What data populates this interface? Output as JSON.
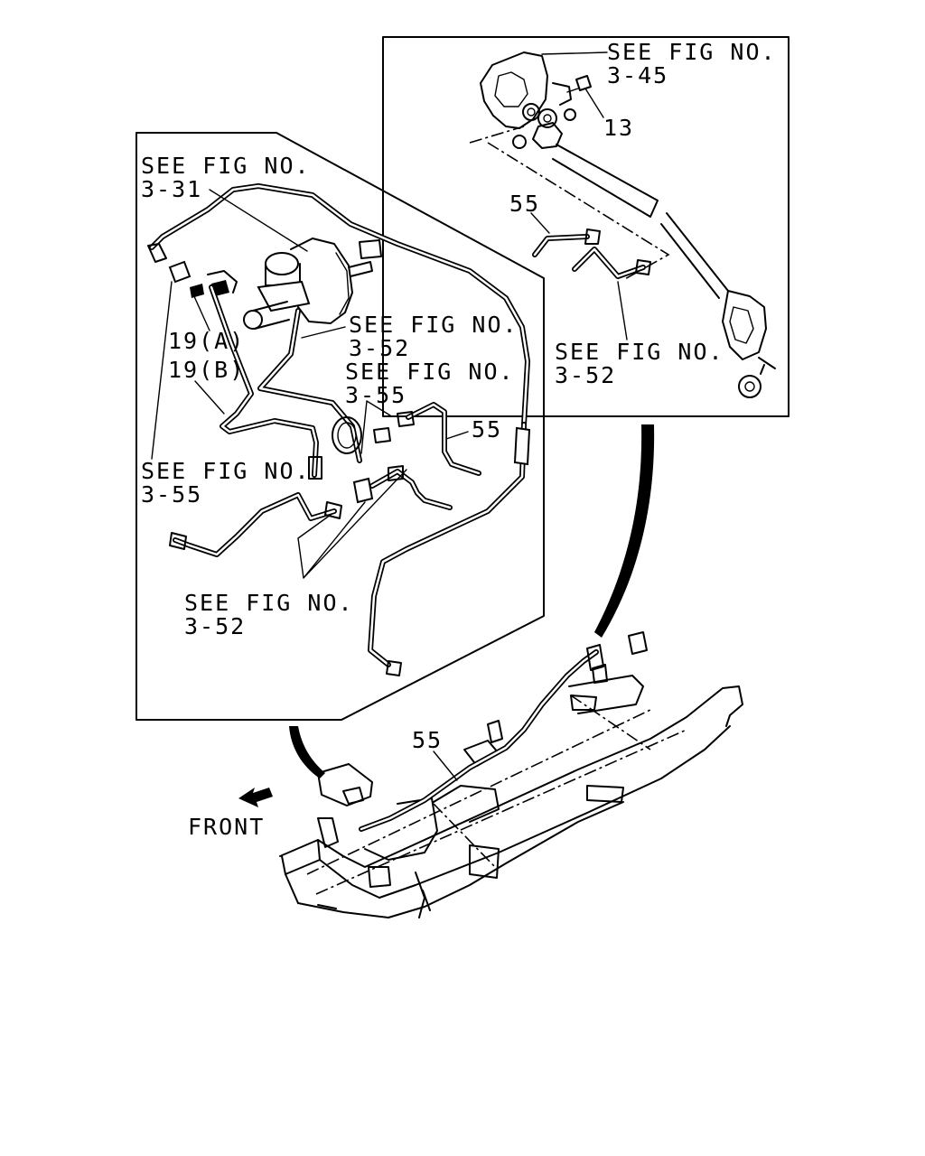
{
  "labels": {
    "ref_3_45_line1": "SEE FIG NO.",
    "ref_3_45_line2": "3-45",
    "part_13": "13",
    "part_55_upper": "55",
    "ref_3_52_right_line1": "SEE FIG NO.",
    "ref_3_52_right_line2": "3-52",
    "ref_3_31_line1": "SEE FIG NO.",
    "ref_3_31_line2": "3-31",
    "ref_3_52_mid_line1": "SEE FIG NO.",
    "ref_3_52_mid_line2": "3-52",
    "ref_3_55_mid_line1": "SEE FIG NO.",
    "ref_3_55_mid_line2": "3-55",
    "part_19a": "19(A)",
    "part_19b": "19(B)",
    "part_55_mid": "55",
    "ref_3_55_left_line1": "SEE FIG NO.",
    "ref_3_55_left_line2": "3-55",
    "ref_3_52_bottom_line1": "SEE FIG NO.",
    "ref_3_52_bottom_line2": "3-52",
    "part_55_lower": "55",
    "front": "FRONT"
  }
}
